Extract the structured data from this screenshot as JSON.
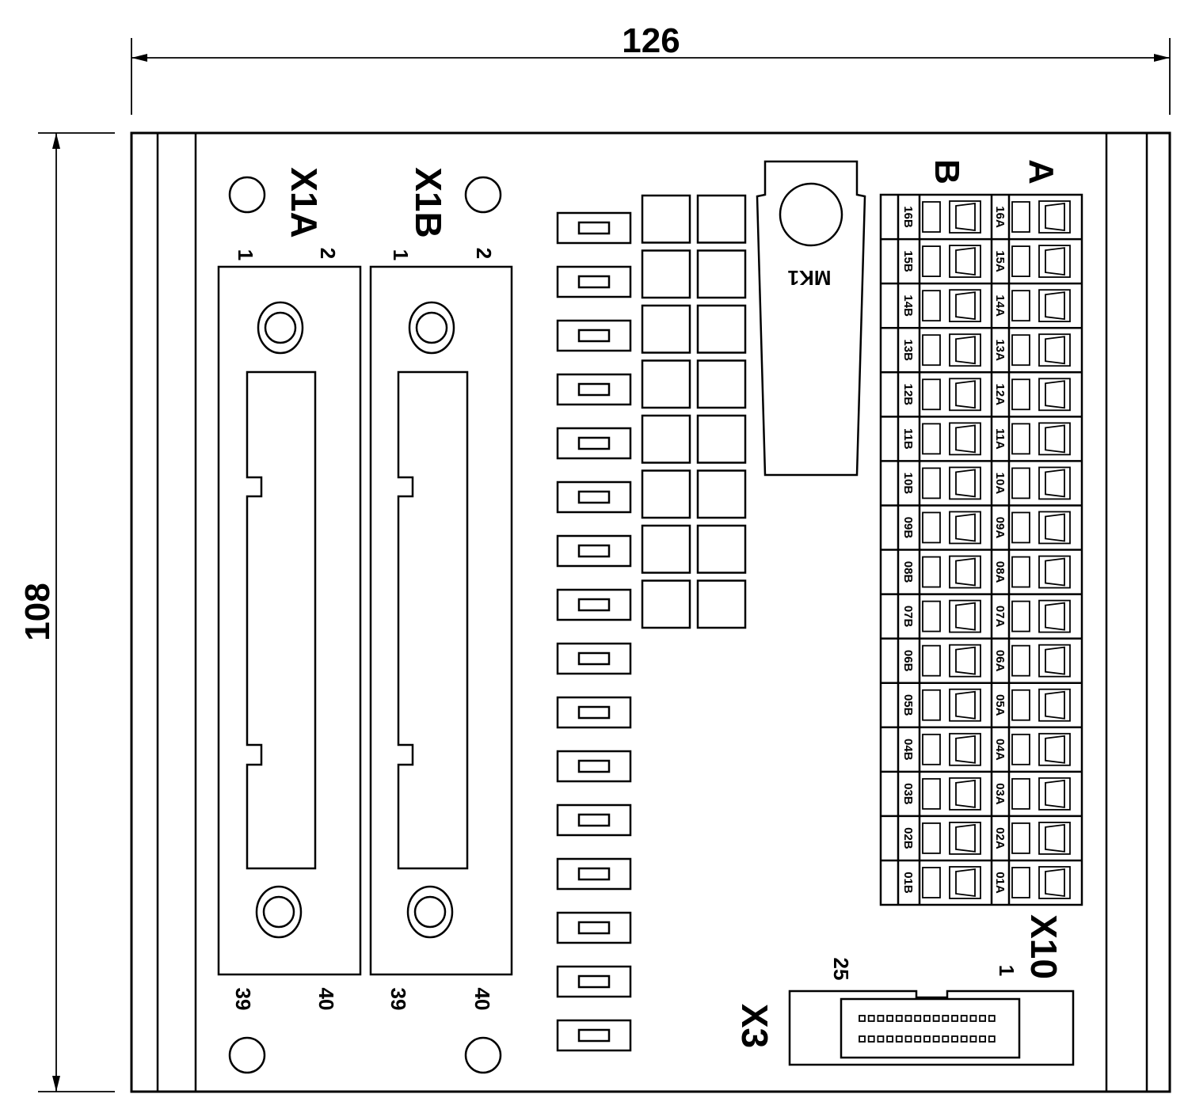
{
  "dimensions": {
    "width": "126",
    "height": "108"
  },
  "connectors": {
    "x1a": {
      "label": "X1A",
      "pin_top_left": "1",
      "pin_top_right": "2",
      "pin_bottom_left": "39",
      "pin_bottom_right": "40"
    },
    "x1b": {
      "label": "X1B",
      "pin_top_left": "1",
      "pin_top_right": "2",
      "pin_bottom_left": "39",
      "pin_bottom_right": "40"
    },
    "x3": {
      "label": "X3",
      "pin_left": "25",
      "pin_right": "1"
    },
    "x10": {
      "label": "X10",
      "row_b_label": "B",
      "row_a_label": "A"
    }
  },
  "component": {
    "label": "MK1"
  },
  "terminals": {
    "b": [
      "16B",
      "15B",
      "14B",
      "13B",
      "12B",
      "11B",
      "10B",
      "09B",
      "08B",
      "07B",
      "06B",
      "05B",
      "04B",
      "03B",
      "02B",
      "01B"
    ],
    "a": [
      "16A",
      "15A",
      "14A",
      "13A",
      "12A",
      "11A",
      "10A",
      "09A",
      "08A",
      "07A",
      "06A",
      "05A",
      "04A",
      "03A",
      "02A",
      "01A"
    ]
  }
}
